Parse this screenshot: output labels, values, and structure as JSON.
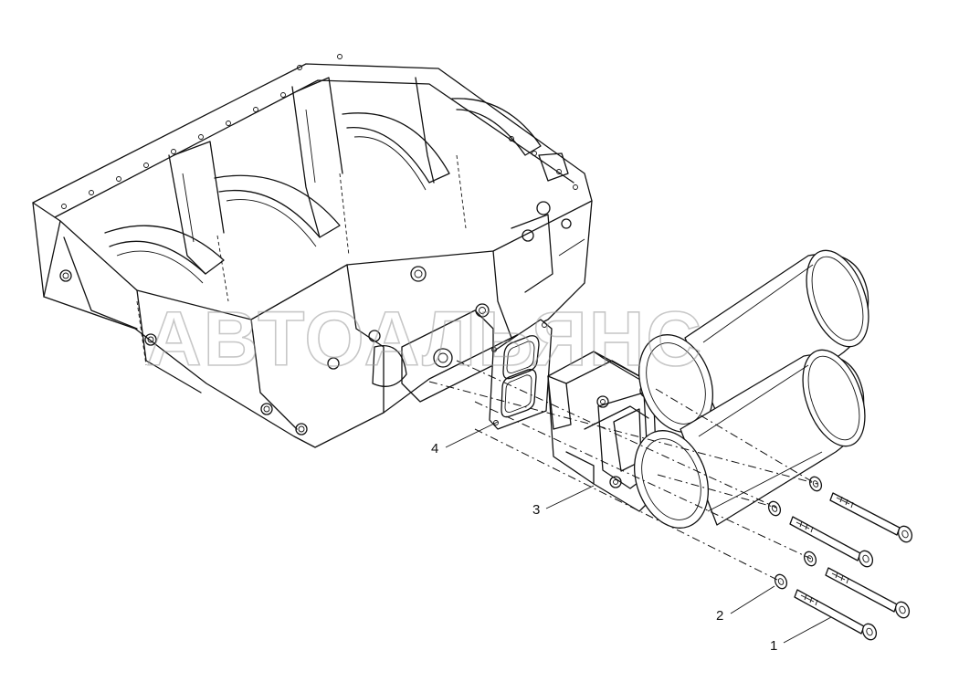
{
  "watermark": "АВТОАЛЬЯНС",
  "callouts": [
    {
      "id": "1",
      "label": "1"
    },
    {
      "id": "2",
      "label": "2"
    },
    {
      "id": "3",
      "label": "3"
    },
    {
      "id": "4",
      "label": "4"
    }
  ],
  "colors": {
    "line": "#111111",
    "background": "#ffffff",
    "watermark": "#9a9a9a"
  }
}
